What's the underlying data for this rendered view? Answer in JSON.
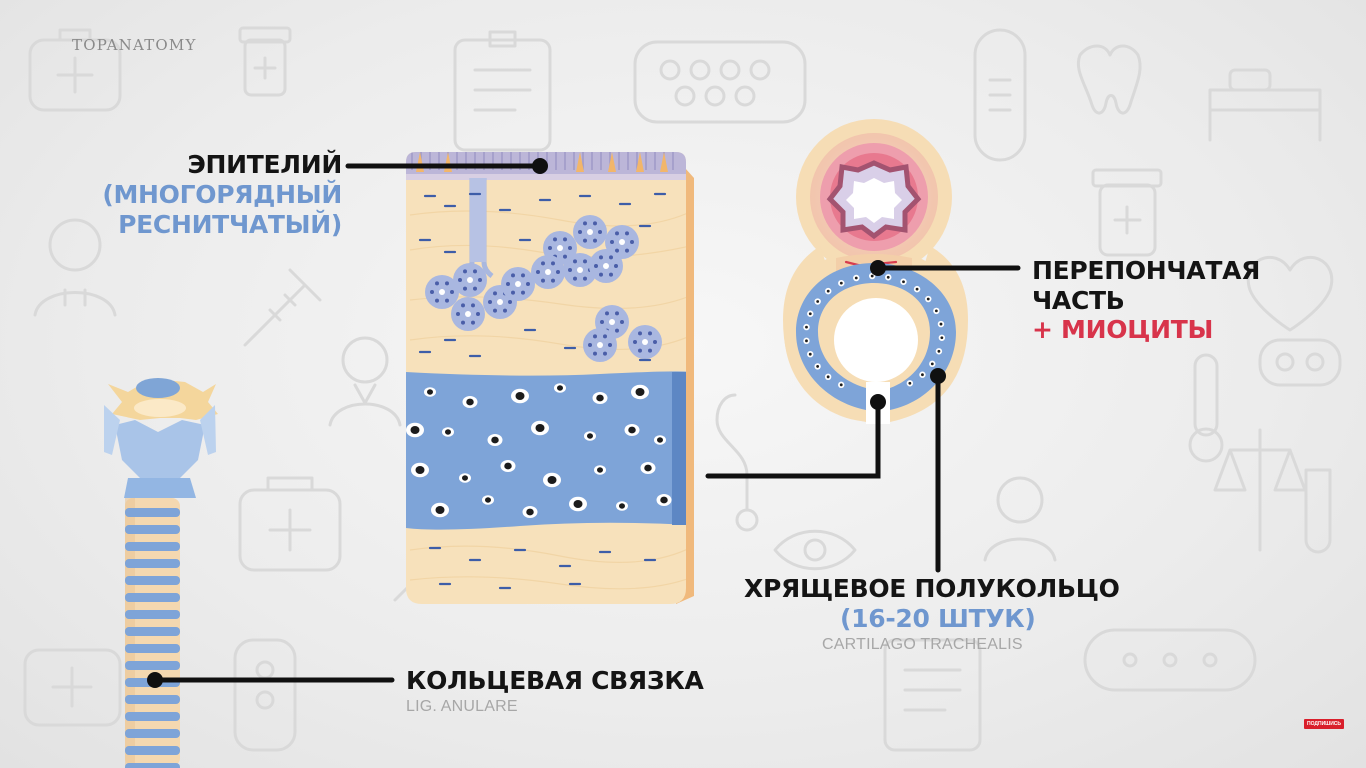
{
  "brand": {
    "name": "TOPANATOMY"
  },
  "labels": {
    "epithelium": {
      "title": "ЭПИТЕЛИЙ",
      "line1": "(МНОГОРЯДНЫЙ",
      "line2": "РЕСНИТЧАТЫЙ)"
    },
    "membranous": {
      "line1": "ПЕРЕПОНЧАТАЯ",
      "line2": "ЧАСТЬ",
      "extra": "+ МИОЦИТЫ"
    },
    "cartilage": {
      "title": "ХРЯЩЕВОЕ ПОЛУКОЛЬЦО",
      "count": "(16-20 ШТУК)",
      "latin": "CARTILAGO TRACHEALIS"
    },
    "ligament": {
      "title": "КОЛЬЦЕВАЯ СВЯЗКА",
      "latin": "LIG. ANULARE"
    }
  },
  "subscribe_badge": "ПОДПИШИСЬ",
  "colors": {
    "cartilage_blue": "#6f97cf",
    "tissue_cream": "#f6ddb5",
    "epithelium_lilac": "#b8b3d6",
    "mucosa_pink": "#e87e94",
    "accent_red": "#d8344b"
  },
  "icons": [
    "pill-bottle-icon",
    "clipboard-icon",
    "tablets-blister-icon",
    "bandage-icon",
    "tooth-icon",
    "doctor-icon",
    "syringe-icon",
    "stethoscope-icon",
    "first-aid-kit-icon",
    "heart-icon",
    "eye-icon",
    "test-tube-icon",
    "scales-icon",
    "thermometer-icon"
  ]
}
